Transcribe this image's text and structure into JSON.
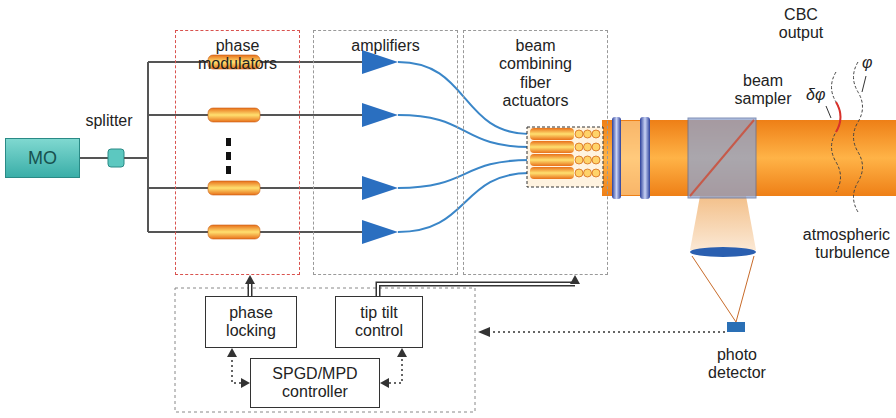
{
  "diagram": {
    "nodes": [
      {
        "text": [
          "MO"
        ]
      },
      {
        "text": [
          "phase modulators"
        ]
      },
      {
        "text": [
          "amplifiers"
        ]
      },
      {
        "text": [
          "beam combining fiber actuators"
        ]
      },
      {
        "text": [
          "phase locking"
        ]
      },
      {
        "text": [
          "tip tilt control"
        ]
      },
      {
        "text": [
          "SPGD/MPD controller"
        ]
      }
    ],
    "edges": [
      {
        "from": 4,
        "to": 1,
        "arrow": "to"
      },
      {
        "from": 5,
        "to": 3,
        "arrow": "to"
      },
      {
        "from": 6,
        "to": 4,
        "arrow": "both"
      },
      {
        "from": 6,
        "to": 5,
        "arrow": "both"
      }
    ],
    "labels": [
      "splitter",
      "beam sampler",
      "CBC output",
      "δφ",
      "φ",
      "atmospheric turbulence",
      "photo detector"
    ]
  }
}
